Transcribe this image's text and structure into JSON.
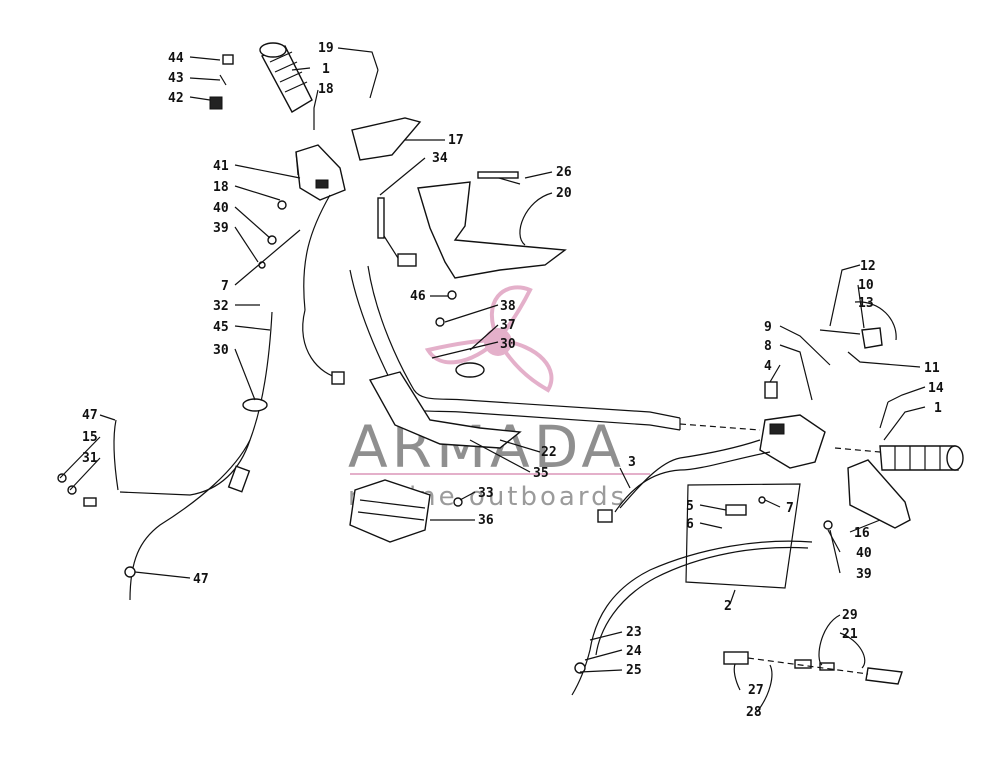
{
  "watermark": {
    "brand": "ARMADA",
    "tagline": "marine outboards",
    "logo_icon": "propeller-logo-icon",
    "logo_color": "#d98fb5"
  },
  "callouts": [
    "44",
    "43",
    "42",
    "1",
    "19",
    "18",
    "17",
    "34",
    "41",
    "18",
    "40",
    "39",
    "7",
    "26",
    "20",
    "46",
    "38",
    "37",
    "30",
    "32",
    "45",
    "30",
    "47",
    "15",
    "31",
    "22",
    "35",
    "33",
    "36",
    "47",
    "12",
    "10",
    "13",
    "9",
    "8",
    "4",
    "11",
    "14",
    "1",
    "3",
    "5",
    "6",
    "7",
    "16",
    "40",
    "39",
    "2",
    "23",
    "24",
    "25",
    "29",
    "21",
    "27",
    "28"
  ]
}
